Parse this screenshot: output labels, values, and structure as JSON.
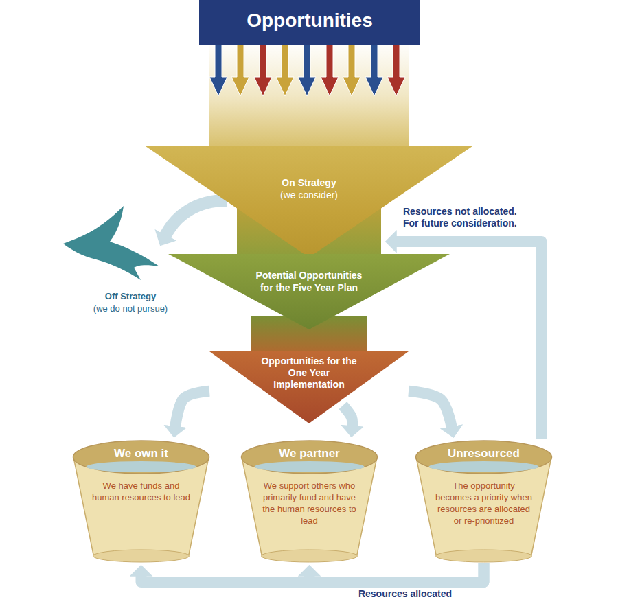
{
  "diagram": {
    "nodes": [
      {
        "text": [
          "Opportunities"
        ]
      },
      {
        "text": [
          "On Strategy",
          "(we consider)"
        ]
      },
      {
        "text": [
          "Potential Opportunities for the Five Year Plan"
        ]
      },
      {
        "text": [
          "Opportunities for the One Year Implementation"
        ]
      },
      {
        "text": [
          "We own it",
          "We have funds and human resources to lead"
        ]
      },
      {
        "text": [
          "We partner",
          "We support others who primarily fund and have the human resources to lead"
        ]
      },
      {
        "text": [
          "Unresourced",
          "The opportunity becomes a priority when resources are allocated or re-prioritized"
        ]
      }
    ],
    "edges": [
      {
        "from": 3,
        "to": 4,
        "arrow": "to"
      },
      {
        "from": 3,
        "to": 5,
        "arrow": "to"
      },
      {
        "from": 3,
        "to": 6,
        "arrow": "to"
      },
      {
        "from": 6,
        "to": 1,
        "label": "Resources not allocated. For future consideration.",
        "arrow": "to"
      },
      {
        "from": 6,
        "to": 5,
        "label": "Resources allocated",
        "arrow": "to"
      },
      {
        "from": 6,
        "to": 4,
        "arrow": "to"
      }
    ],
    "labels": [
      "Off Strategy",
      "(we do not pursue)"
    ]
  }
}
